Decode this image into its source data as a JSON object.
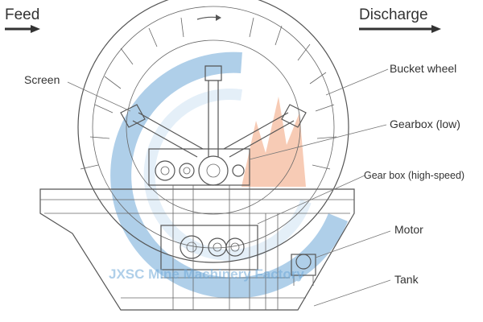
{
  "labels": {
    "feed": "Feed",
    "discharge": "Discharge",
    "screen": "Screen",
    "bucket_wheel": "Bucket wheel",
    "gearbox_low": "Gearbox (low)",
    "gearbox_high": "Gear box (high-speed)",
    "motor": "Motor",
    "tank": "Tank"
  },
  "watermark": {
    "text": "JXSC Mine Machinery Factory",
    "logo_blue": "#6ea8d8",
    "logo_orange": "#f2a27a"
  },
  "colors": {
    "line": "#555555",
    "text": "#333333",
    "background": "#ffffff"
  }
}
